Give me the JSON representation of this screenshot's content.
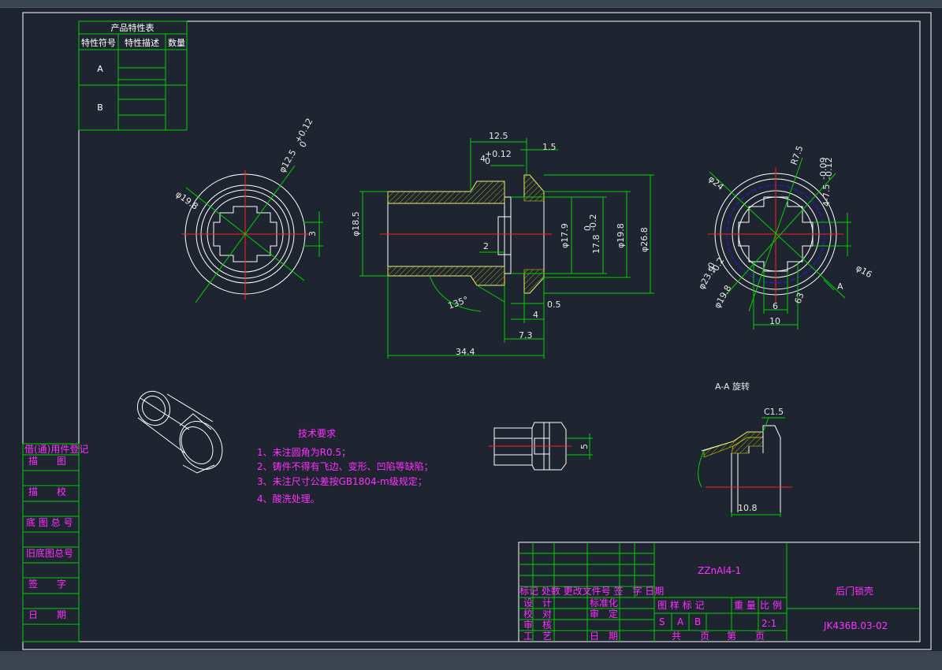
{
  "feature_table": {
    "title": "产品特性表",
    "headers": [
      "特性符号",
      "特性描述",
      "数量"
    ],
    "rows": [
      "A",
      "B"
    ]
  },
  "dimensions": {
    "left_view": [
      "φ19.8",
      "φ12.5",
      "+0.12",
      "0",
      "3"
    ],
    "front_view": [
      "12.5",
      "1.5",
      "4",
      "+0.12",
      "0",
      "φ18.5",
      "2",
      "φ17.9",
      "17.8",
      "0",
      "-0.2",
      "φ19.8",
      "φ26.8",
      "135°",
      "0.5",
      "4",
      "7.3",
      "34.4"
    ],
    "right_view": [
      "φ24",
      "R7.5",
      "4-7.5",
      "-0.09",
      "-0.12",
      "φ16",
      "A",
      "φ23.9",
      "-0",
      "-0.2",
      "φ19.8",
      "6",
      "10",
      "63"
    ],
    "detail": [
      "A-A 旋转",
      "C1.5",
      "10.8",
      "5"
    ]
  },
  "tech_requirements": {
    "title": "技术要求",
    "items": [
      "1、未注圆角为R0.5；",
      "2、铸件不得有飞边、变形、凹陷等缺陷；",
      "3、未注尺寸公差按GB1804-m级规定；",
      "4、酸洗处理。"
    ]
  },
  "left_strip": [
    "借(通)用件登记",
    "描　　图",
    "描　　校",
    "底 图 总 号",
    "旧底图总号",
    "签　　字",
    "日　　期"
  ],
  "title_block": {
    "material": "ZZnAl4-1",
    "part_name": "后门锁壳",
    "drawing_no": "JK436B.03-02",
    "rev_header": "标记 处数 更改文件号 签　字 日期",
    "roles": [
      "设　计",
      "校　对",
      "审　核",
      "工　艺"
    ],
    "mid_labels": [
      "标准化",
      "审　定",
      "日　期"
    ],
    "stage_header": "图 样 标 记",
    "stage_values": [
      "S",
      "A",
      "B"
    ],
    "weight_label": "重 量",
    "scale_label": "比 例",
    "scale_value": "2:1",
    "sheet_total": "共　　页",
    "sheet_no": "第　　页"
  }
}
